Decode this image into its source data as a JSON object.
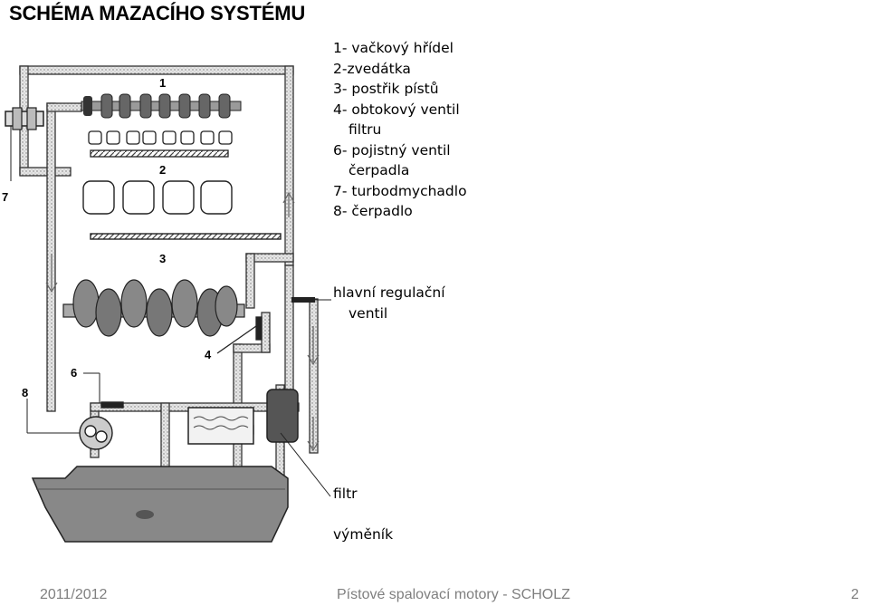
{
  "title": "SCHÉMA MAZACÍHO SYSTÉMU",
  "legend": [
    "1- vačkový hřídel",
    "2-zvedátka",
    "3- postřik pístů",
    "4- obtokový ventil",
    "filtru",
    "6- pojistný ventil",
    "čerpadla",
    "7- turbodmychadlo",
    "8- čerpadlo"
  ],
  "callouts": {
    "main_valve_line1": "hlavní regulační",
    "main_valve_line2": "ventil",
    "filter": "filtr",
    "exchanger": "výměník"
  },
  "diagram_numbers": [
    "1",
    "2",
    "3",
    "4",
    "6",
    "7",
    "8"
  ],
  "footer": {
    "left": "2011/2012",
    "center": "Pístové spalovací motory -  SCHOLZ",
    "right": "2"
  }
}
